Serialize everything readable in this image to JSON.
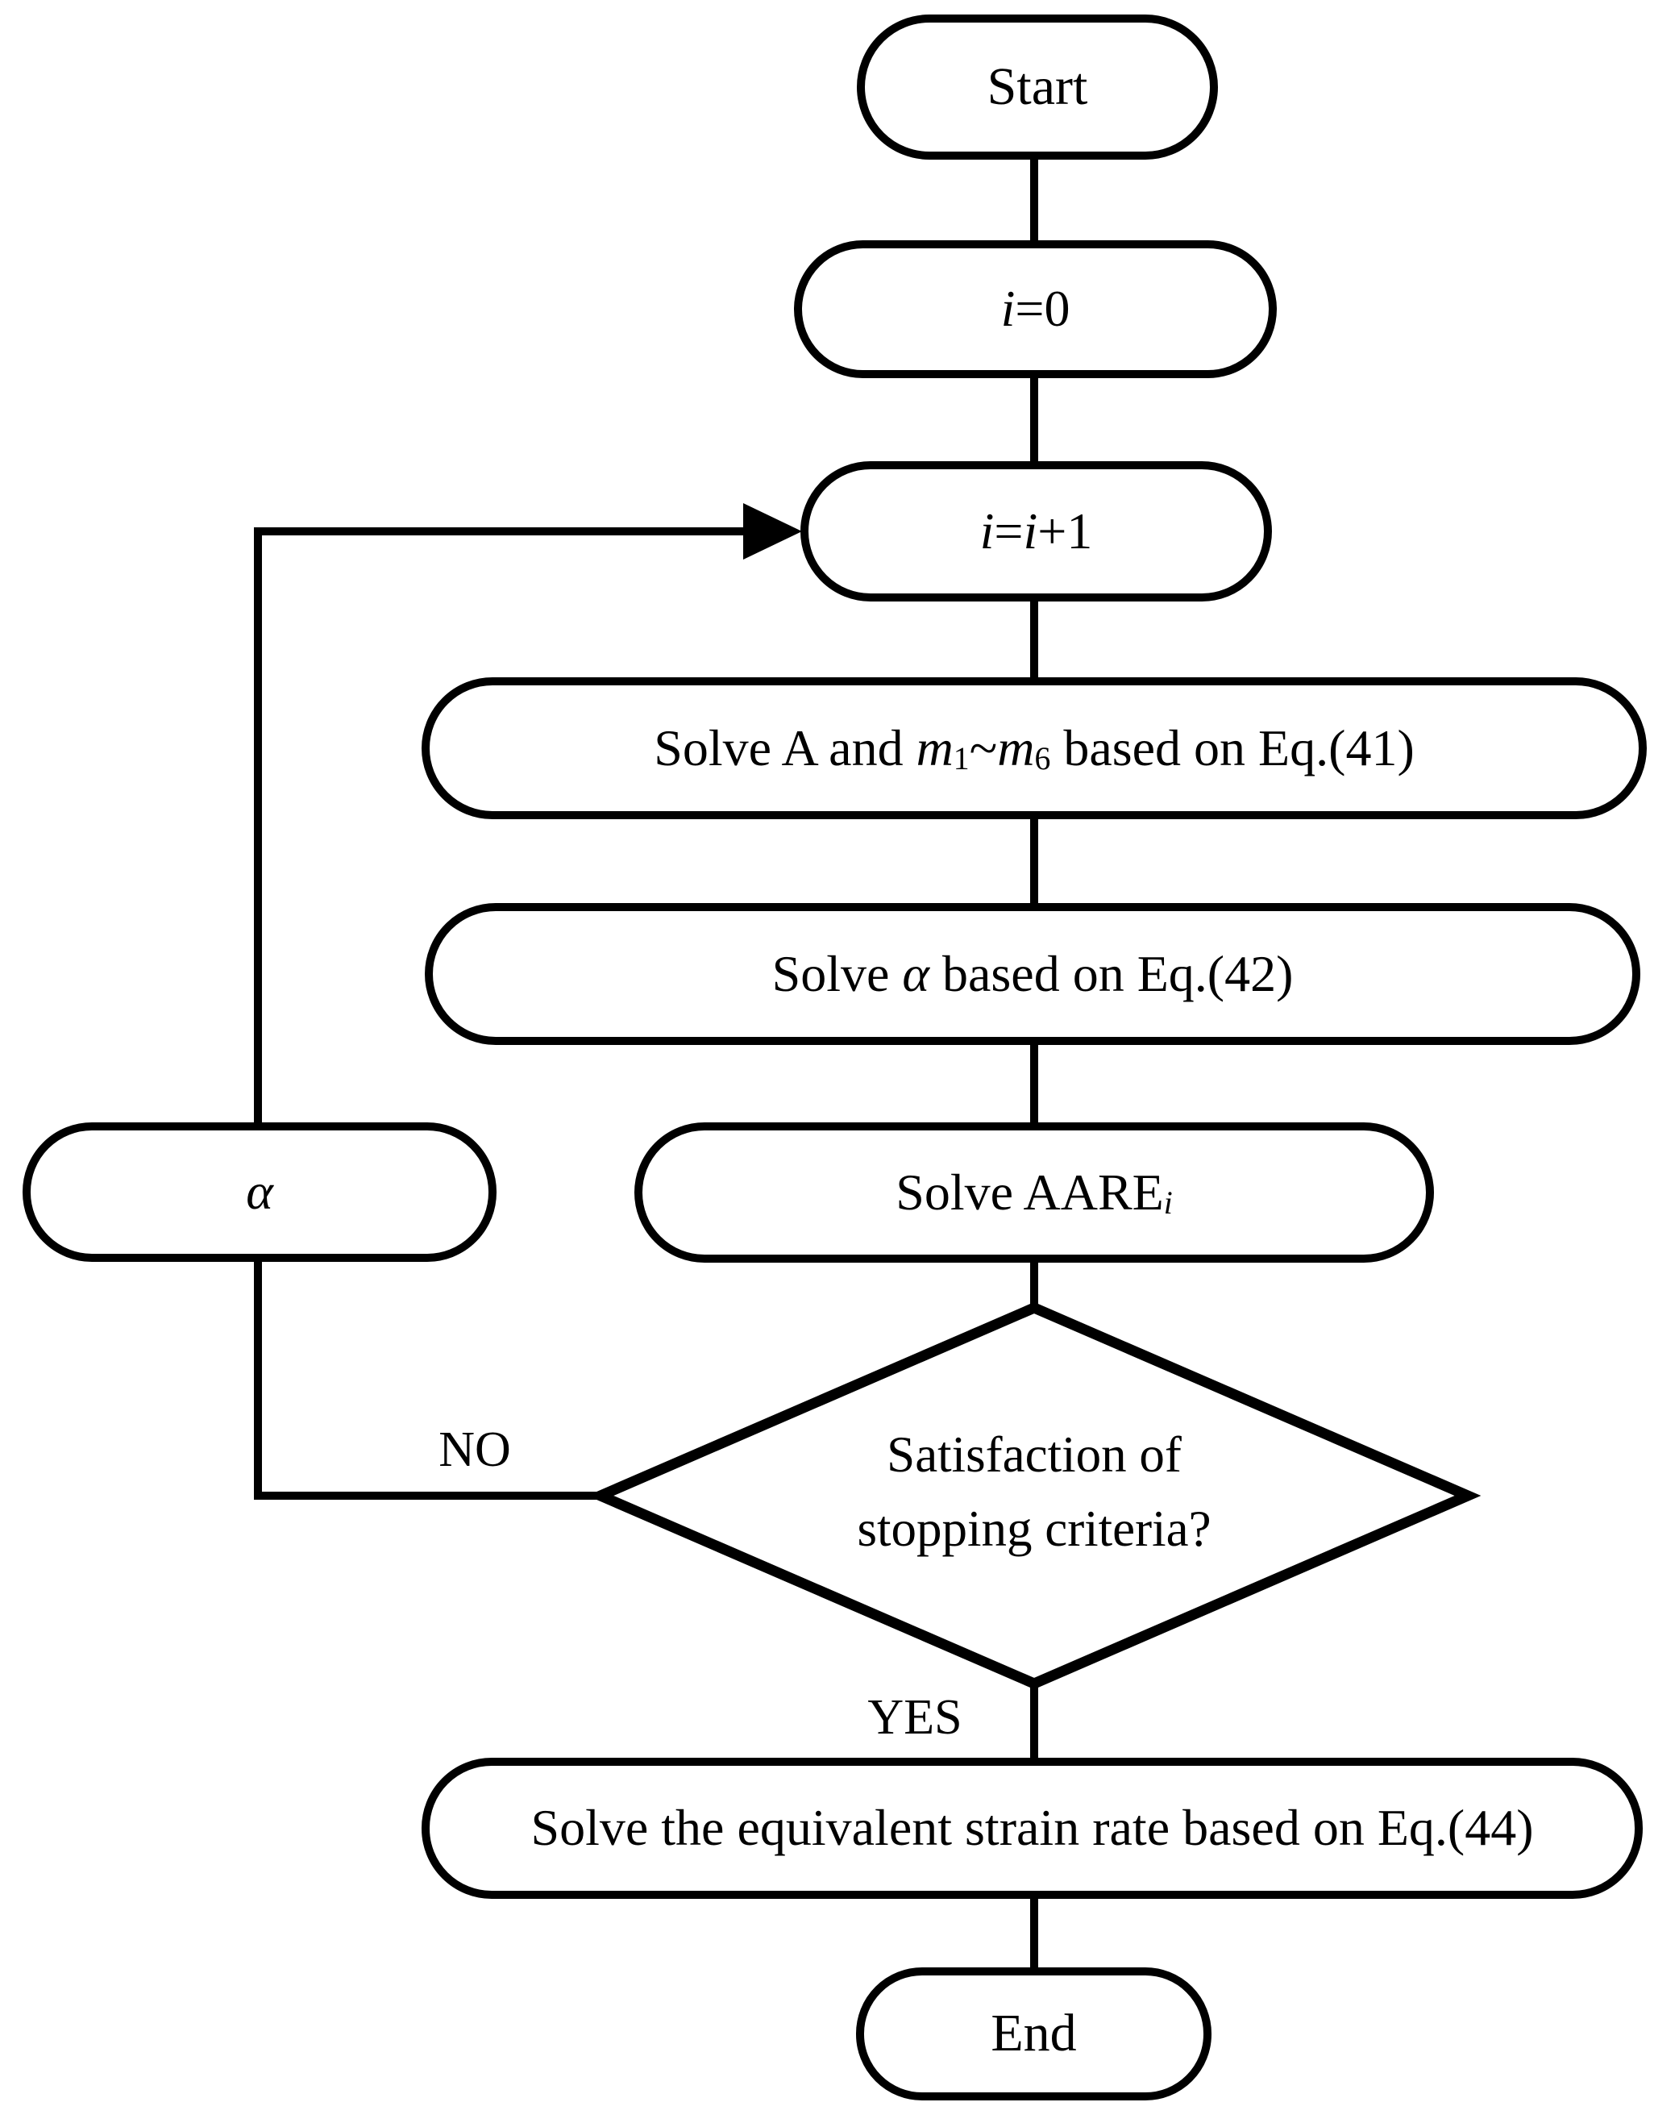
{
  "diagram": {
    "background_color": "#ffffff",
    "stroke_color": "#000000",
    "nodes": {
      "start": {
        "label": "Start"
      },
      "init": {
        "var": "i",
        "rest": "=0"
      },
      "increment": {
        "var1": "i",
        "eq": "=",
        "var2": "i",
        "rest": "+1"
      },
      "solve_a": {
        "pre": "Solve A and ",
        "m_first": "m",
        "sub_first": "1",
        "tilde": "~",
        "m_last": "m",
        "sub_last": "6",
        "post": " based on Eq.(41)"
      },
      "solve_alpha": {
        "pre": "Solve ",
        "alpha": "α",
        "post": " based on Eq.(42)"
      },
      "solve_aare": {
        "pre": "Solve AARE",
        "sub": "i"
      },
      "decision": {
        "line1": "Satisfaction of",
        "line2": "stopping criteria?"
      },
      "solve_strain": {
        "label": "Solve the equivalent strain rate based on Eq.(44)"
      },
      "end": {
        "label": "End"
      },
      "alpha_feedback": {
        "label": "α"
      }
    },
    "edge_labels": {
      "no": "NO",
      "yes": "YES"
    }
  }
}
